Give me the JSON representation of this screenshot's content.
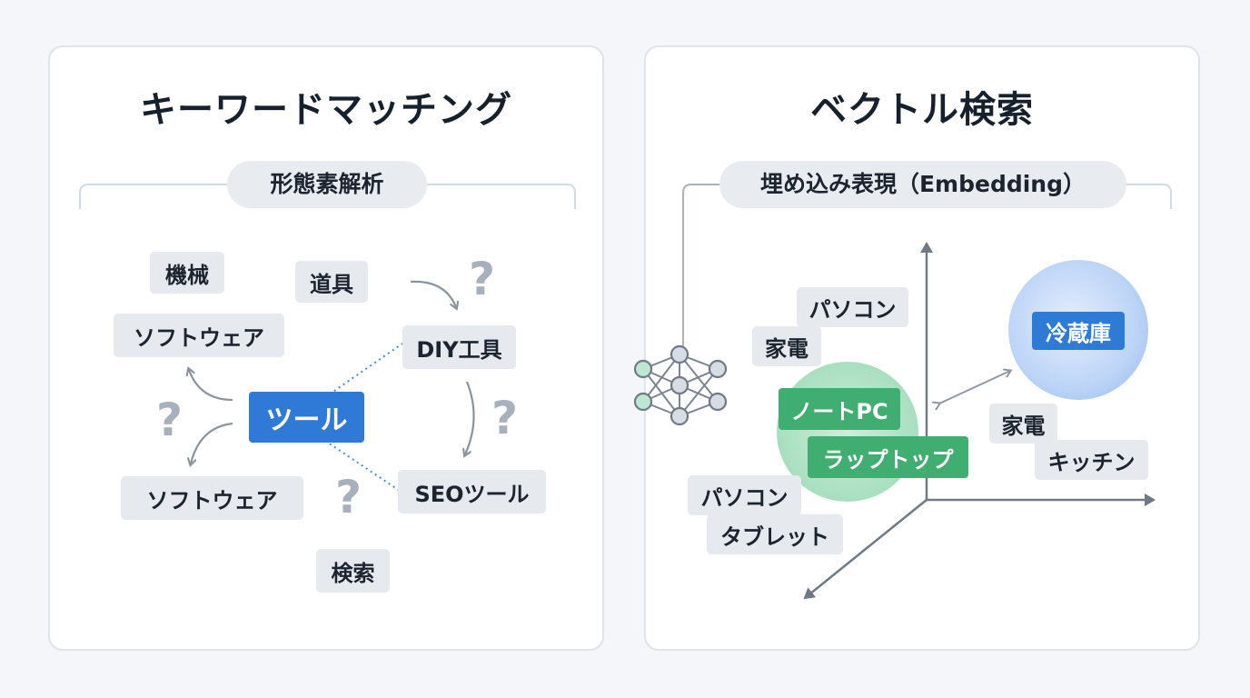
{
  "left": {
    "title": "キーワードマッチング",
    "subtitle": "形態素解析",
    "center": "ツール",
    "chips": {
      "kikai": "機械",
      "dougu": "道具",
      "software1": "ソフトウェア",
      "diy": "DIY工具",
      "software2": "ソフトウェア",
      "seo": "SEOツール",
      "kensaku": "検索"
    },
    "question": "?"
  },
  "right": {
    "title": "ベクトル検索",
    "subtitle": "埋め込み表現（Embedding）",
    "chips": {
      "pasokon1": "パソコン",
      "kaden1": "家電",
      "notepc": "ノートPC",
      "laptop": "ラップトップ",
      "pasokon2": "パソコン",
      "tablet": "タブレット",
      "reizouko": "冷蔵庫",
      "kaden2": "家電",
      "kitchen": "キッチン"
    }
  },
  "colors": {
    "accent_blue": "#2f7ad6",
    "accent_green": "#3fae70",
    "chip_gray": "#e6e9ed",
    "arrow_gray": "#7a8590"
  }
}
